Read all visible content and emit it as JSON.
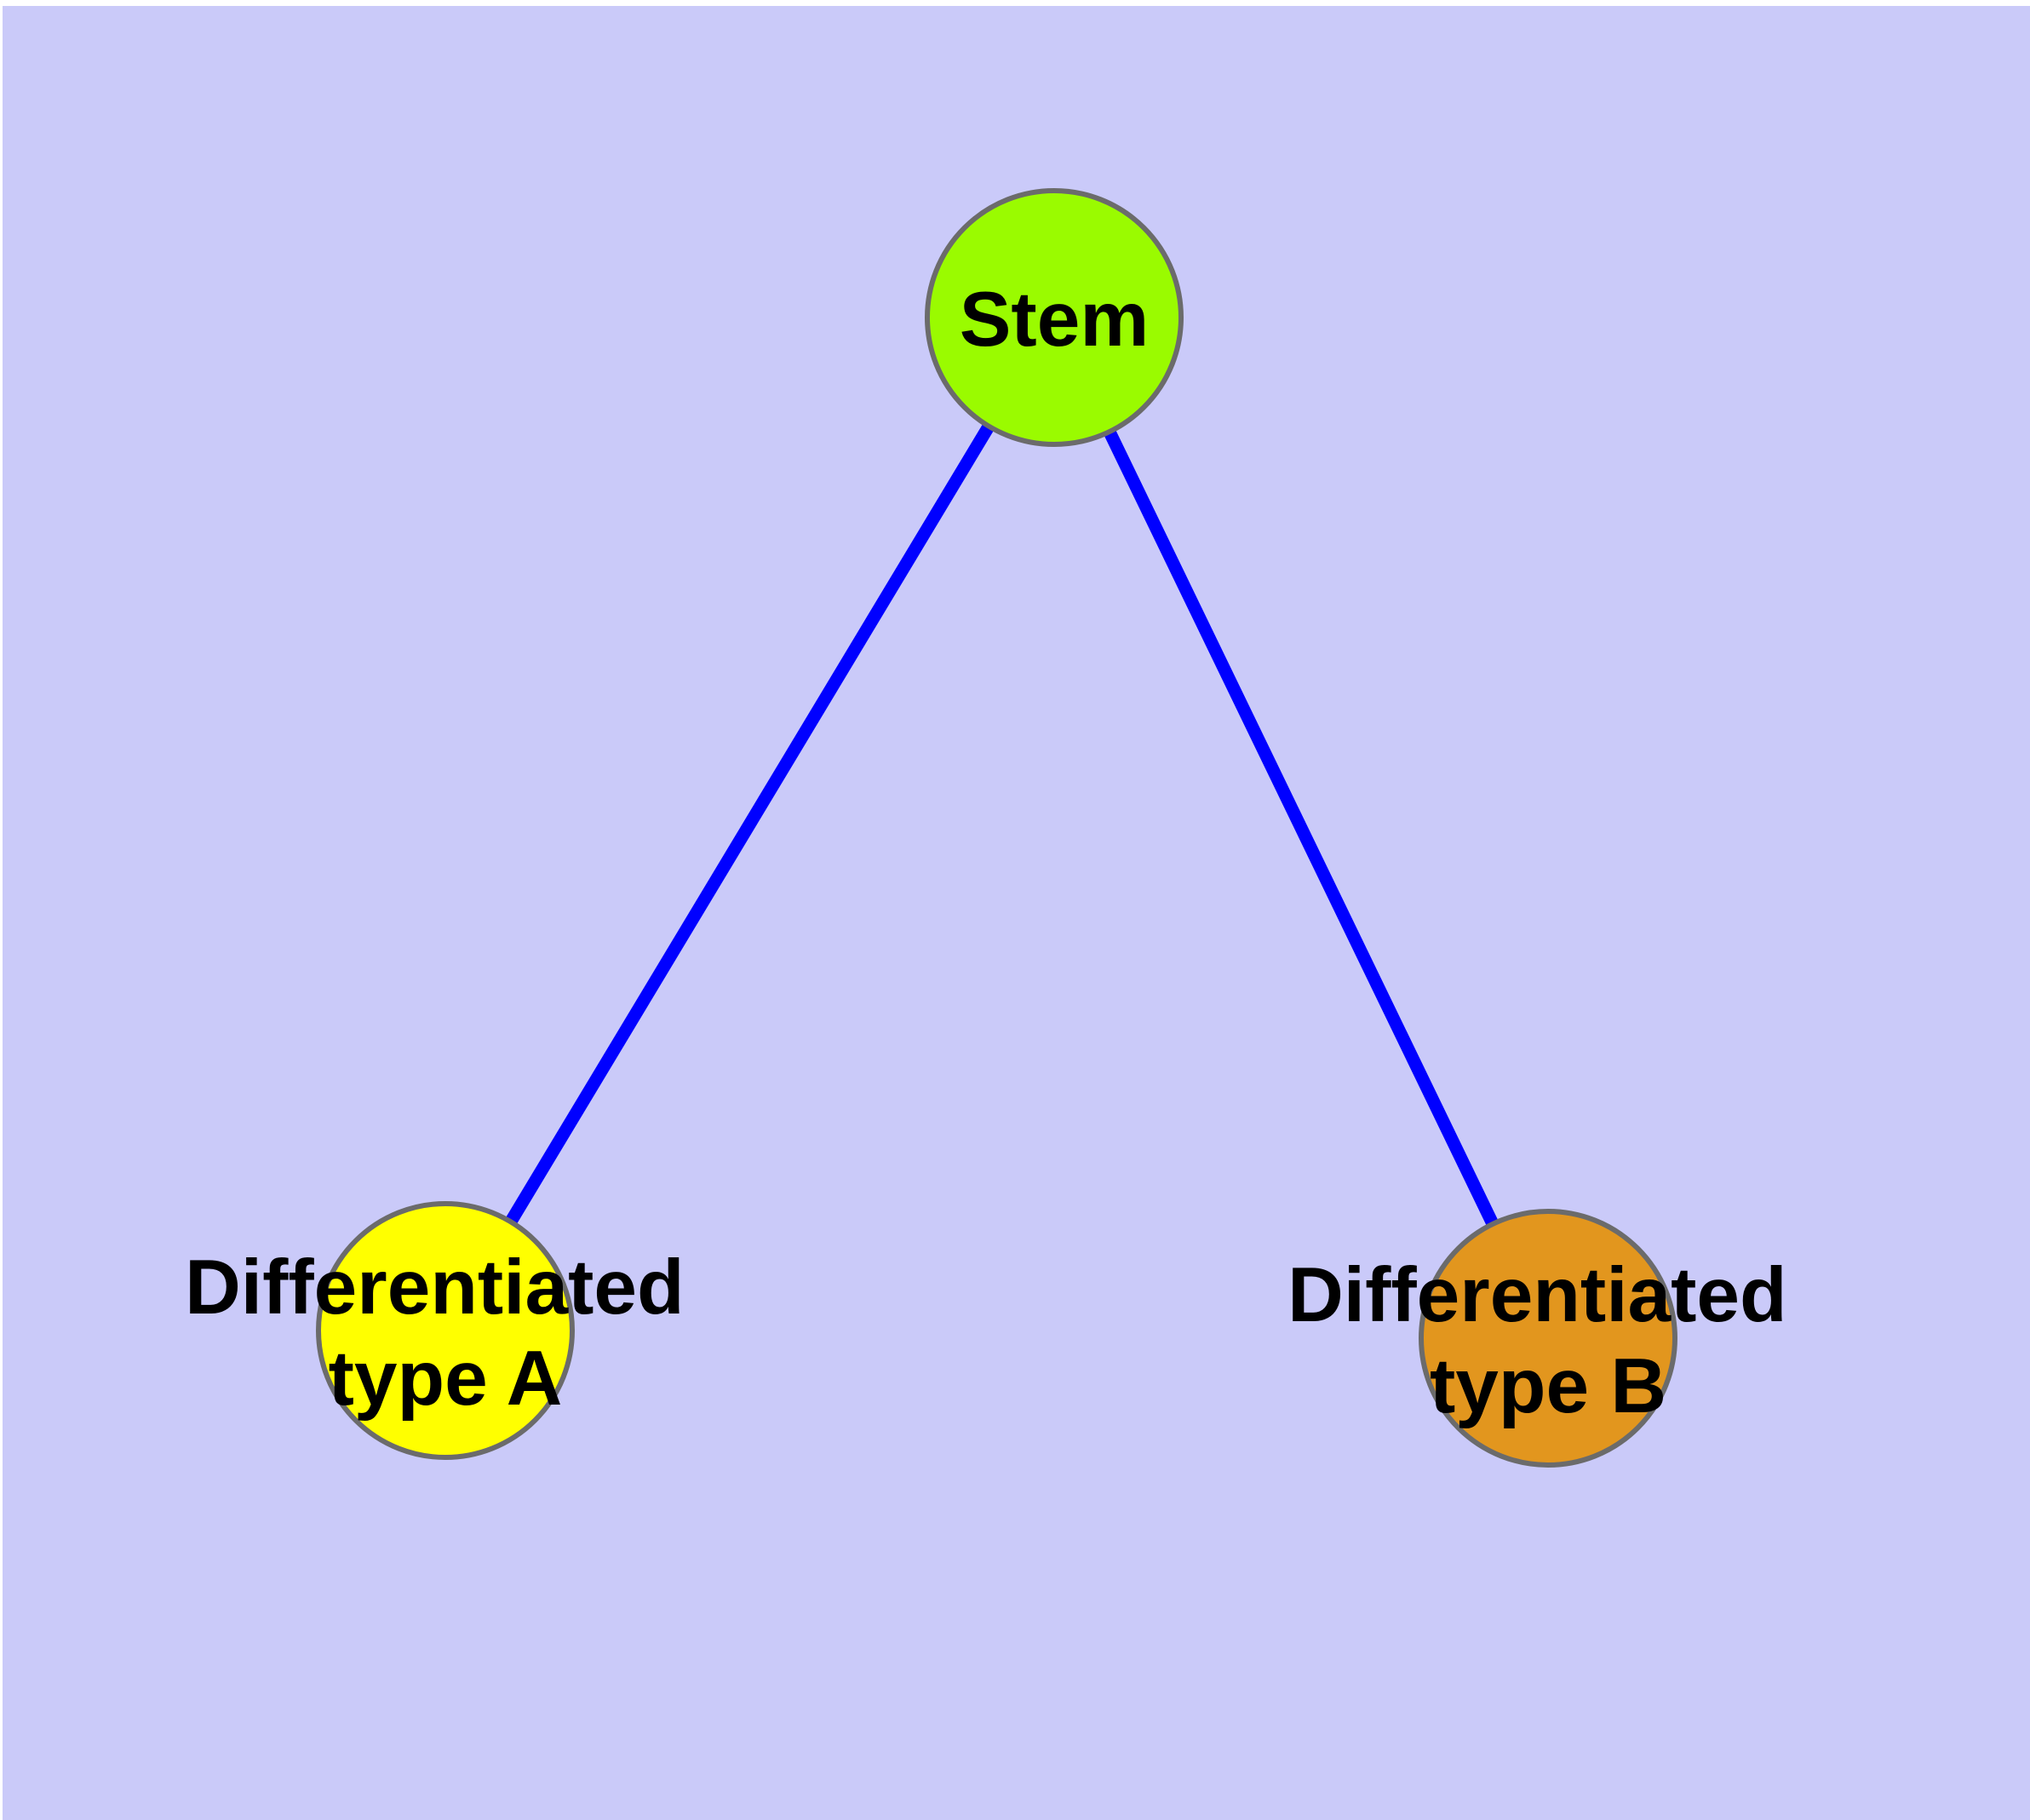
{
  "figure": {
    "type": "node-link-graph",
    "background_color": "#ffffff",
    "panel_color": "#cacaf9",
    "edge_color": "#0000ff",
    "node_border_color": "#6b6b6b",
    "label_color": "#000000"
  },
  "nodes": [
    {
      "id": "stem",
      "label": "Stem",
      "lines": [
        "Stem",
        ""
      ],
      "color": "#9afb00"
    },
    {
      "id": "type-a",
      "label": "Differentiated type A",
      "lines": [
        "Differentiated",
        "type A"
      ],
      "color": "#ffff00"
    },
    {
      "id": "type-b",
      "label": "Differentiated type B",
      "lines": [
        "Differentiated",
        "type B"
      ],
      "color": "#e2961e"
    }
  ],
  "edges": [
    {
      "from": "Stem",
      "to": "Differentiated type A"
    },
    {
      "from": "Stem",
      "to": "Differentiated type B"
    }
  ]
}
